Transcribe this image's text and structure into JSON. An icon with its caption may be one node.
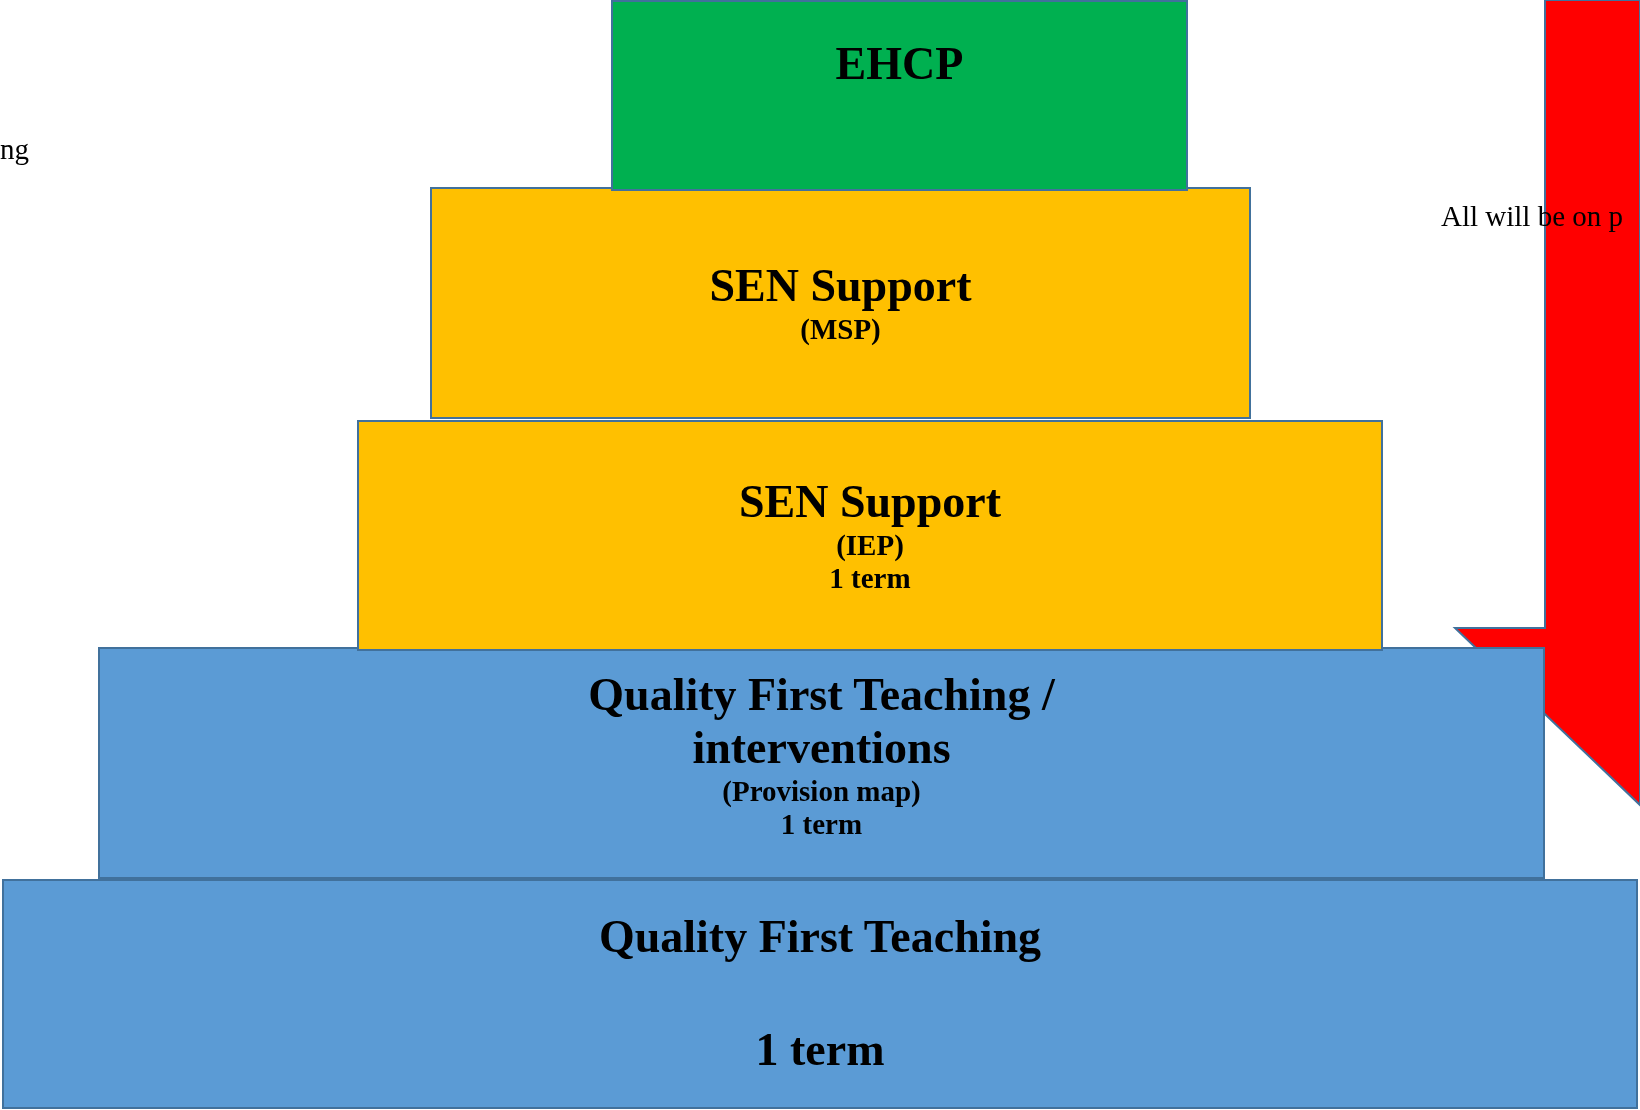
{
  "diagram": {
    "nodes": [
      {
        "text": [
          "EHCP"
        ]
      },
      {
        "text": [
          "SEN Support",
          "(MSP)"
        ]
      },
      {
        "text": [
          "SEN Support",
          "(IEP)",
          "1 term"
        ]
      },
      {
        "text": [
          "Quality First Teaching / interventions",
          "(Provision map)",
          "1 term"
        ]
      },
      {
        "text": [
          "Quality First Teaching",
          "1 term"
        ]
      }
    ],
    "labels": [
      "ng",
      "All will be on p"
    ]
  }
}
